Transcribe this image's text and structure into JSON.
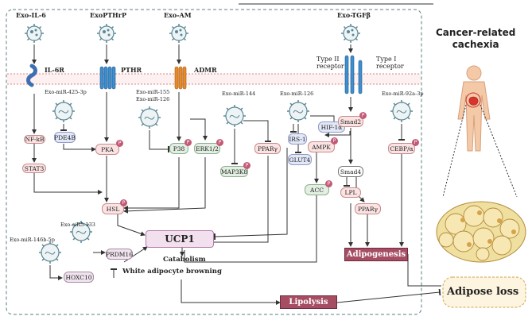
{
  "top": {
    "exo_il6": "Exo-IL-6",
    "exo_pthrp": "ExoPTHrP",
    "exo_am": "Exo-AM",
    "exo_tgfb": "Exo-TGFβ"
  },
  "receptors": {
    "il6r": "IL-6R",
    "pthr": "PTHR",
    "admr": "ADMR",
    "type2": "Type II\nreceptor",
    "type1": "Type I\nreceptor"
  },
  "mirnas": {
    "mir425": "Exo-miR-425-3p",
    "mir155": "Exo-miR-155",
    "mir126a": "Exo-miR-126",
    "mir144": "Exo-miR-144",
    "mir126b": "Exo-miR-126",
    "mir92a": "Exo-miR-92a-3p",
    "cir385": "Exo-ciR5-133",
    "mir146b": "Exo-miR-146b-5p"
  },
  "nodes": {
    "nfkb": "NF-kB",
    "stat3": "STAT3",
    "pde4b": "PDE4B",
    "pka": "PKA",
    "hsl": "HSL",
    "p38": "P38",
    "erk": "ERK1/2",
    "map3k8": "MAP3K8",
    "ppary1": "PPARγ",
    "irs1": "IRS-1",
    "glut4": "GLUT4",
    "hif1a": "HIF-1α",
    "ampk": "AMPK",
    "acc": "ACC",
    "smad2": "Smad2",
    "smad4": "Smad4",
    "lpl": "LPL",
    "ppary2": "PPARγ",
    "cebpa": "CEBP/α",
    "prdm16": "PRDM16",
    "hoxc10": "HOXC10"
  },
  "outcomes": {
    "ucp1": "UCP1",
    "catabolism": "Catabolism",
    "browning": "White adipocyte browning",
    "lipolysis": "Lipolysis",
    "adipogenesis": "Adipogenesis",
    "adipose_loss": "Adipose loss"
  },
  "side": {
    "title": "Cancer-related\ncachexia"
  },
  "badge": "P",
  "colors": {
    "membrane": "#f4caca",
    "dashed_box": "#5b7f88",
    "outcome": "#a64d63",
    "ucp1_bg": "#f3e0ee",
    "adipose_bg": "#fdf5df",
    "adipose_border": "#d9b36a"
  }
}
